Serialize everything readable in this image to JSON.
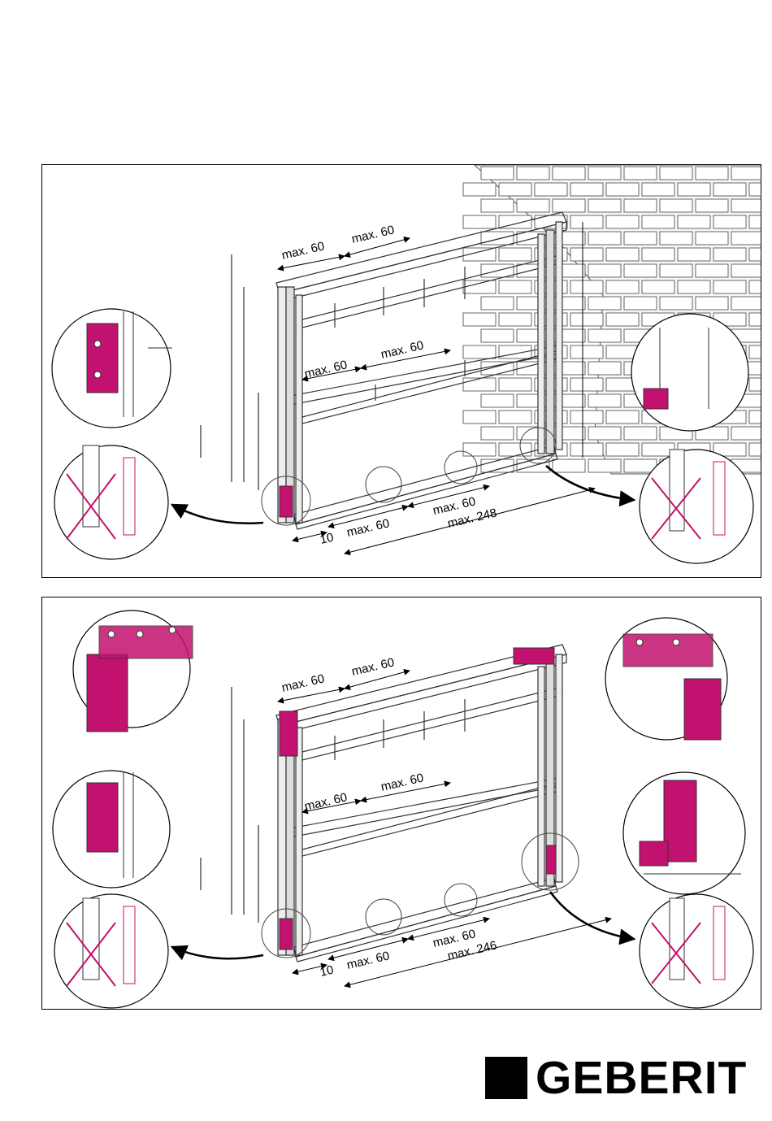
{
  "panels": [
    {
      "labels": {
        "top_left": "max. 60",
        "top_mid": "max. 60",
        "mid_left": "max. 60",
        "mid_mid": "max. 60",
        "bottom_gap": "10",
        "bottom_left": "max. 60",
        "bottom_right": "max. 60",
        "bottom_total": "max. 248"
      }
    },
    {
      "labels": {
        "top_left": "max. 60",
        "top_mid": "max. 60",
        "mid_left": "max. 60",
        "mid_mid": "max. 60",
        "bottom_gap": "10",
        "bottom_left": "max. 60",
        "bottom_right": "max. 60",
        "bottom_total": "max. 246"
      }
    }
  ],
  "brand": {
    "name": "GEBERIT"
  },
  "colors": {
    "accent": "#c2116e",
    "line": "#222222"
  },
  "icons": [
    "brick-wall-icon",
    "bolt-crossed-icon",
    "anchor-bolt-icon",
    "bracket-detail-icon",
    "arrow-icon"
  ]
}
